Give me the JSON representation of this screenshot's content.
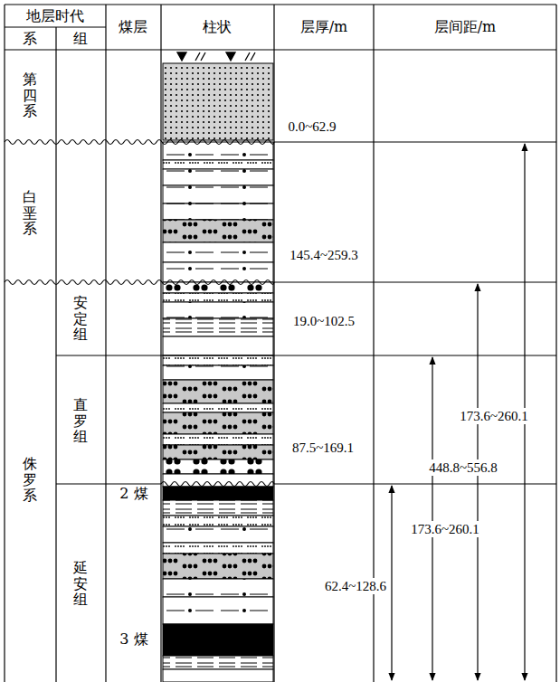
{
  "diagram": {
    "labels": [
      "地层时代",
      "煤层",
      "柱状",
      "层厚/m",
      "层间距/m",
      "系",
      "组",
      "第四系",
      "0.0~62.9",
      "白垩系",
      "145.4~259.3",
      "安定组",
      "19.0~102.5",
      "直罗组",
      "87.5~169.1",
      "173.6~260.1",
      "448.8~556.8",
      "侏罗系",
      "2 煤",
      "延安组",
      "173.6~260.1",
      "62.4~128.6",
      "3 煤"
    ]
  }
}
